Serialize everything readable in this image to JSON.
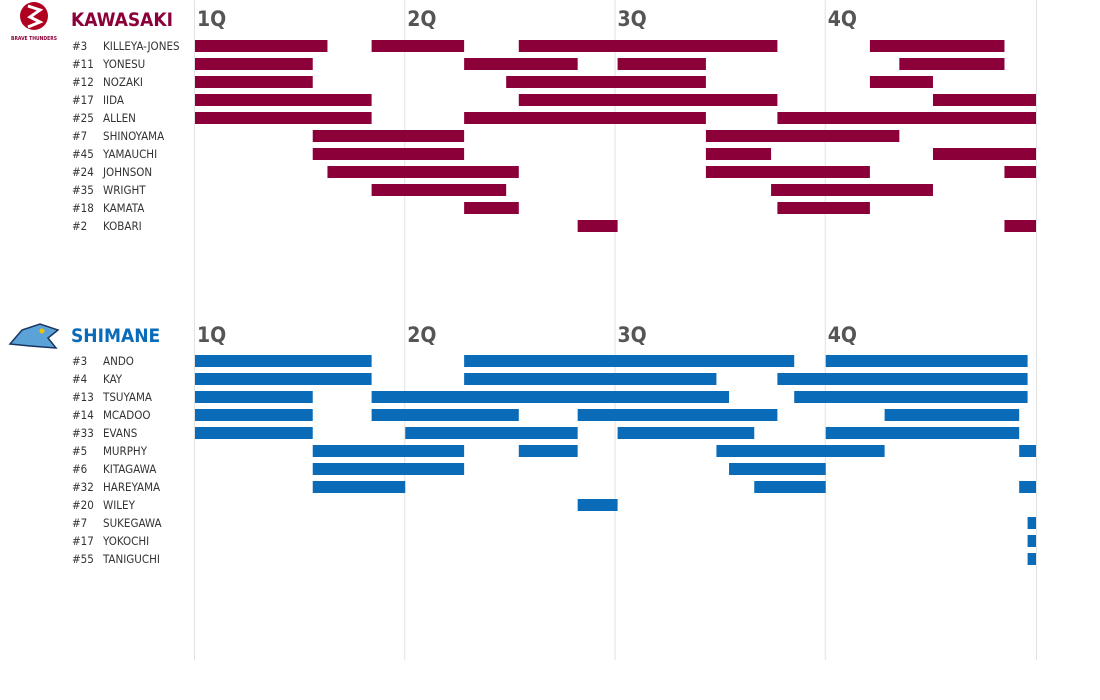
{
  "chart_data": {
    "type": "gantt",
    "x_unit": "game minute",
    "xlim": [
      0,
      40
    ],
    "quarters": [
      {
        "label": "1Q",
        "start": 0
      },
      {
        "label": "2Q",
        "start": 10
      },
      {
        "label": "3Q",
        "start": 20
      },
      {
        "label": "4Q",
        "start": 30
      }
    ],
    "teams": [
      {
        "name": "KAWASAKI",
        "logo_text": "BRAVE THUNDERS",
        "color": "#8b0039",
        "players": [
          {
            "number": "#3",
            "name": "KILLEYA-JONES",
            "stints": [
              [
                0,
                6.3
              ],
              [
                8.4,
                12.8
              ],
              [
                15.4,
                27.7
              ],
              [
                32.1,
                38.5
              ]
            ]
          },
          {
            "number": "#11",
            "name": "YONESU",
            "stints": [
              [
                0,
                5.6
              ],
              [
                12.8,
                18.2
              ],
              [
                20.1,
                24.3
              ],
              [
                33.5,
                38.5
              ]
            ]
          },
          {
            "number": "#12",
            "name": "NOZAKI",
            "stints": [
              [
                0,
                5.6
              ],
              [
                14.8,
                24.3
              ],
              [
                32.1,
                35.1
              ]
            ]
          },
          {
            "number": "#17",
            "name": "IIDA",
            "stints": [
              [
                0,
                8.4
              ],
              [
                15.4,
                27.7
              ],
              [
                35.1,
                40
              ]
            ]
          },
          {
            "number": "#25",
            "name": "ALLEN",
            "stints": [
              [
                0,
                8.4
              ],
              [
                12.8,
                24.3
              ],
              [
                27.7,
                40
              ]
            ]
          },
          {
            "number": "#7",
            "name": "SHINOYAMA",
            "stints": [
              [
                5.6,
                12.8
              ],
              [
                24.3,
                33.5
              ]
            ]
          },
          {
            "number": "#45",
            "name": "YAMAUCHI",
            "stints": [
              [
                5.6,
                12.8
              ],
              [
                24.3,
                27.4
              ],
              [
                35.1,
                40
              ]
            ]
          },
          {
            "number": "#24",
            "name": "JOHNSON",
            "stints": [
              [
                6.3,
                15.4
              ],
              [
                24.3,
                32.1
              ],
              [
                38.5,
                40
              ]
            ]
          },
          {
            "number": "#35",
            "name": "WRIGHT",
            "stints": [
              [
                8.4,
                14.8
              ],
              [
                27.4,
                35.1
              ]
            ]
          },
          {
            "number": "#18",
            "name": "KAMATA",
            "stints": [
              [
                12.8,
                15.4
              ],
              [
                27.7,
                32.1
              ]
            ]
          },
          {
            "number": "#2",
            "name": "KOBARI",
            "stints": [
              [
                18.2,
                20.1
              ],
              [
                38.5,
                40
              ]
            ]
          }
        ]
      },
      {
        "name": "SHIMANE",
        "logo_text": "",
        "color": "#0a6cb8",
        "players": [
          {
            "number": "#3",
            "name": "ANDO",
            "stints": [
              [
                0,
                8.4
              ],
              [
                12.8,
                28.5
              ],
              [
                30,
                39.6
              ]
            ]
          },
          {
            "number": "#4",
            "name": "KAY",
            "stints": [
              [
                0,
                8.4
              ],
              [
                12.8,
                24.8
              ],
              [
                27.7,
                39.6
              ]
            ]
          },
          {
            "number": "#13",
            "name": "TSUYAMA",
            "stints": [
              [
                0,
                5.6
              ],
              [
                8.4,
                25.4
              ],
              [
                28.5,
                39.6
              ]
            ]
          },
          {
            "number": "#14",
            "name": "MCADOO",
            "stints": [
              [
                0,
                5.6
              ],
              [
                8.4,
                15.4
              ],
              [
                18.2,
                27.7
              ],
              [
                32.8,
                39.2
              ]
            ]
          },
          {
            "number": "#33",
            "name": "EVANS",
            "stints": [
              [
                0,
                5.6
              ],
              [
                10,
                18.2
              ],
              [
                20.1,
                26.6
              ],
              [
                30,
                39.2
              ]
            ]
          },
          {
            "number": "#5",
            "name": "MURPHY",
            "stints": [
              [
                5.6,
                12.8
              ],
              [
                15.4,
                18.2
              ],
              [
                24.8,
                32.8
              ],
              [
                39.2,
                40
              ]
            ]
          },
          {
            "number": "#6",
            "name": "KITAGAWA",
            "stints": [
              [
                5.6,
                12.8
              ],
              [
                25.4,
                30
              ]
            ]
          },
          {
            "number": "#32",
            "name": "HAREYAMA",
            "stints": [
              [
                5.6,
                10
              ],
              [
                26.6,
                30
              ],
              [
                39.2,
                40
              ]
            ]
          },
          {
            "number": "#20",
            "name": "WILEY",
            "stints": [
              [
                18.2,
                20.1
              ]
            ]
          },
          {
            "number": "#7",
            "name": "SUKEGAWA",
            "stints": [
              [
                39.6,
                40
              ]
            ]
          },
          {
            "number": "#17",
            "name": "YOKOCHI",
            "stints": [
              [
                39.6,
                40
              ]
            ]
          },
          {
            "number": "#55",
            "name": "TANIGUCHI",
            "stints": [
              [
                39.6,
                40
              ]
            ]
          }
        ]
      }
    ]
  }
}
